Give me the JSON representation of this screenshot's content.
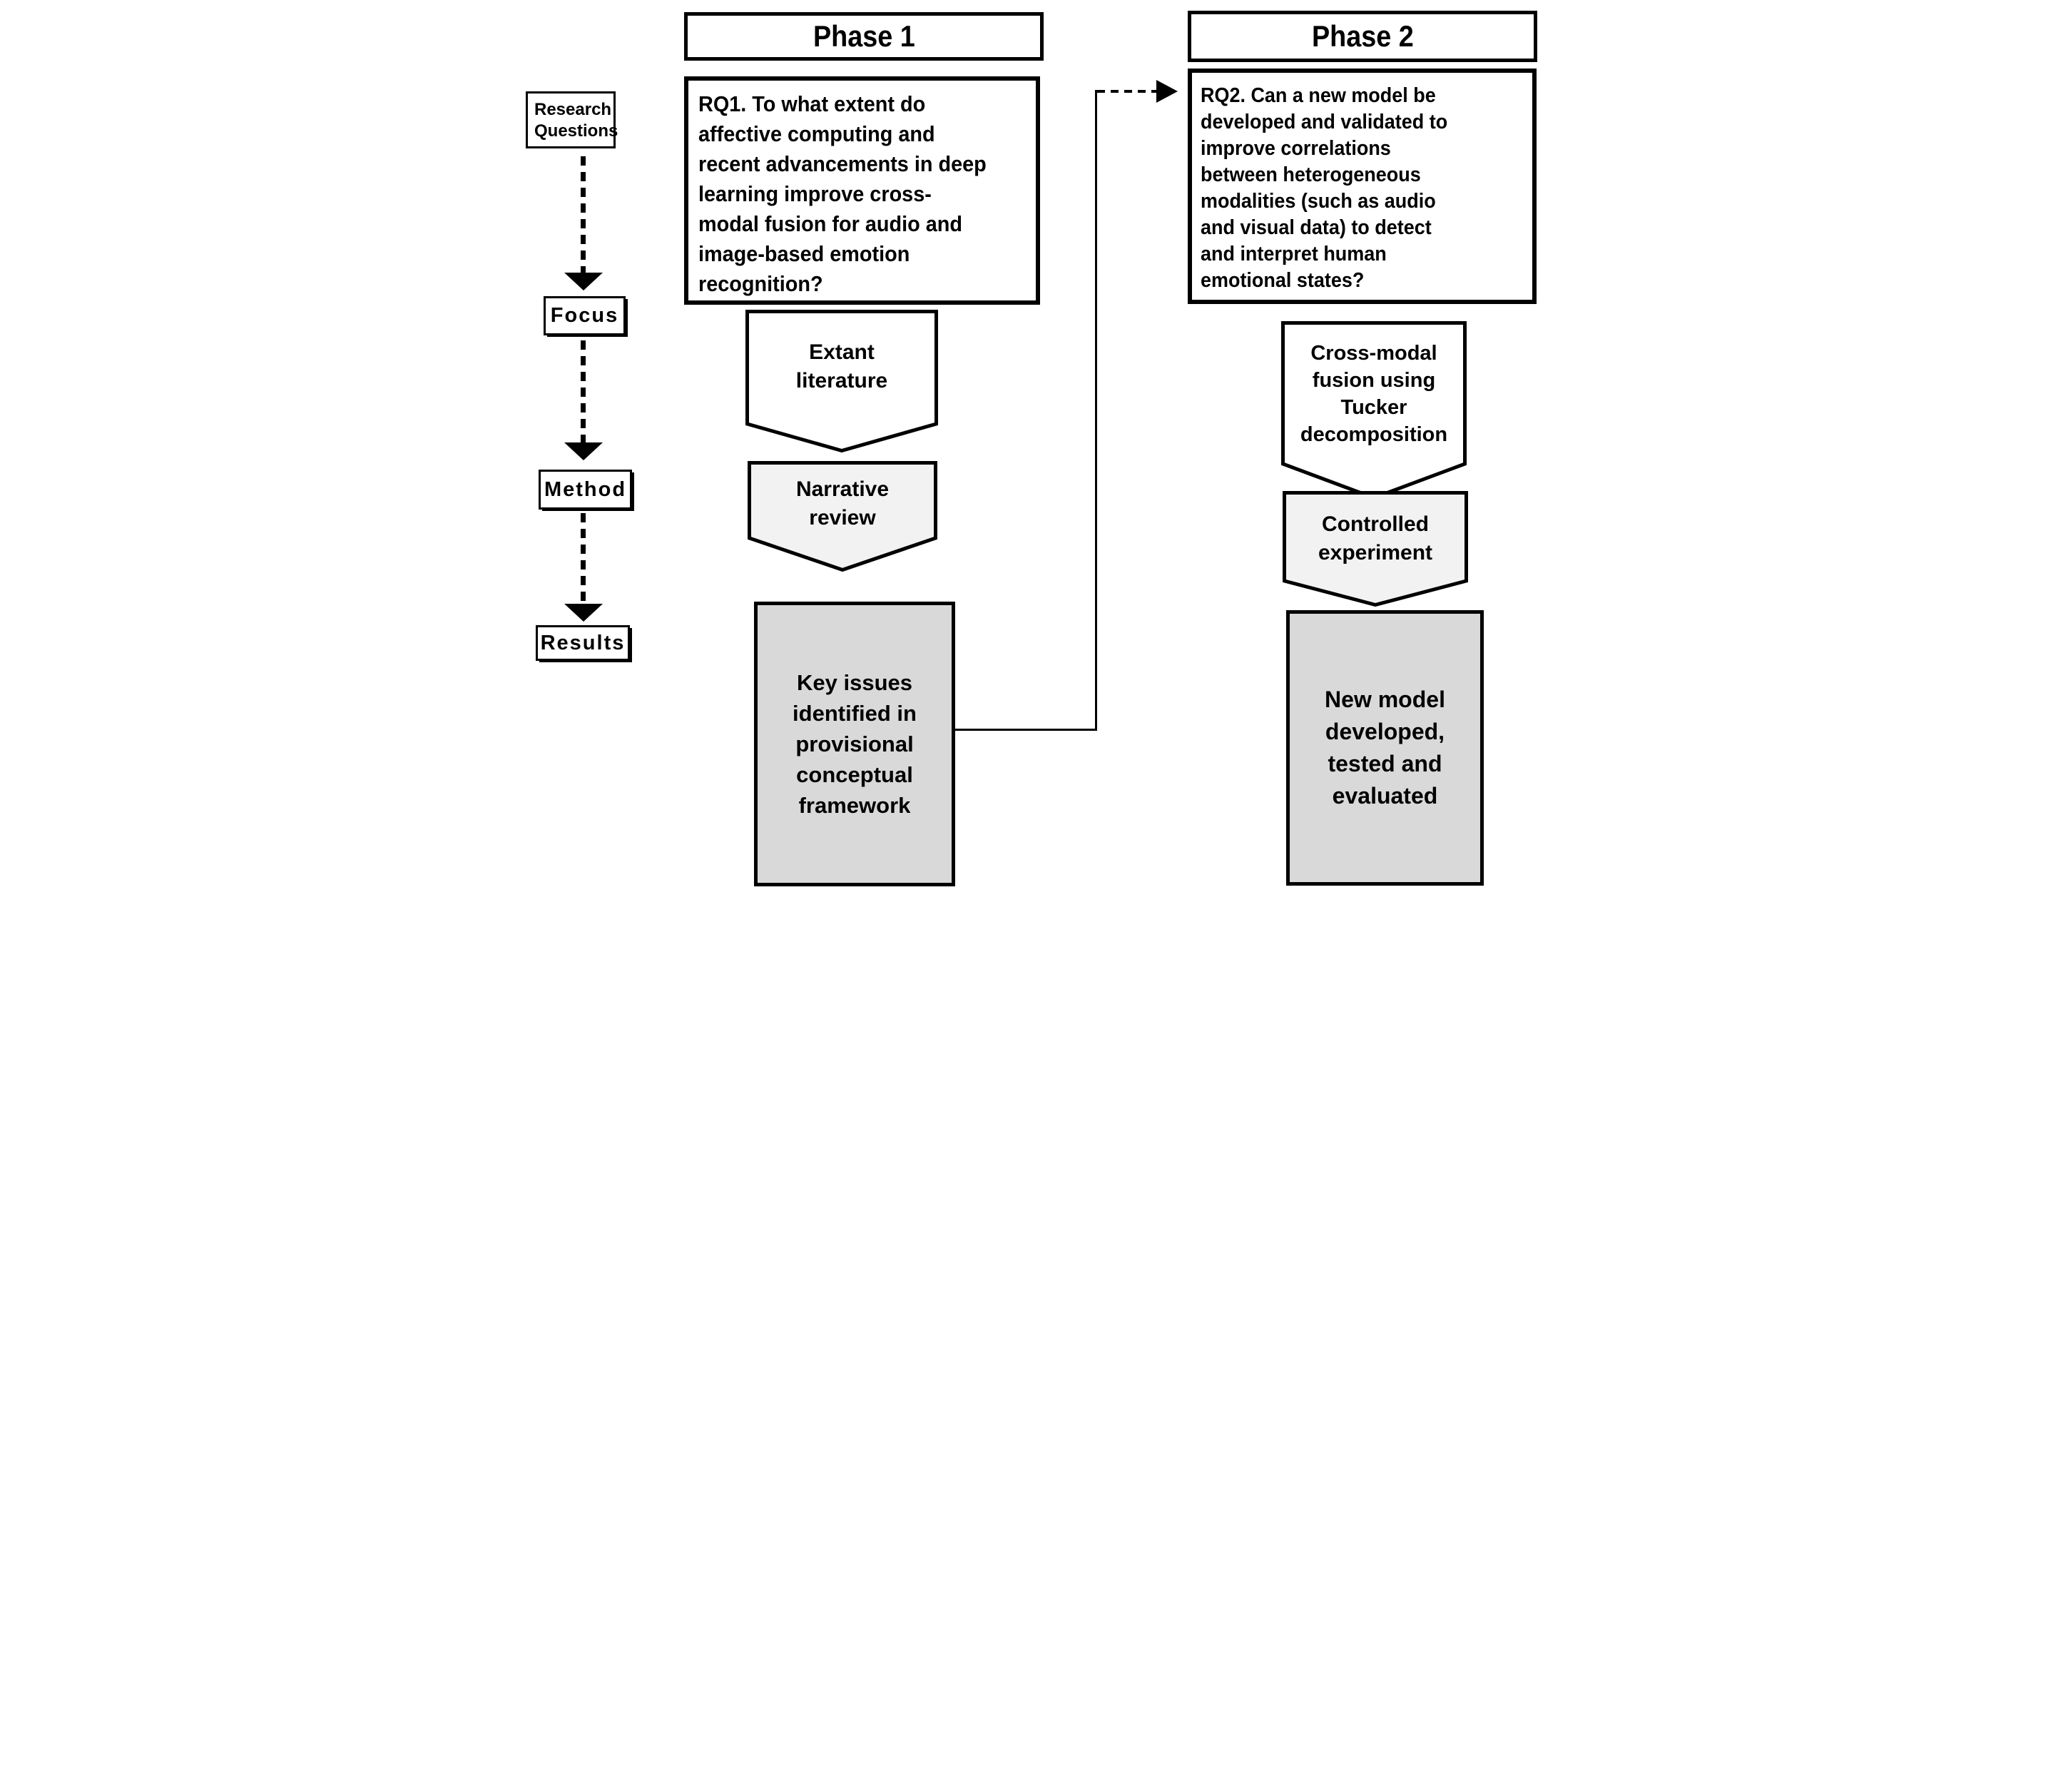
{
  "colors": {
    "line": "#000000",
    "fill_white": "#ffffff",
    "fill_light_gray": "#f2f2f2",
    "fill_gray": "#d9d9d9",
    "background": "#ffffff"
  },
  "left_rail": {
    "research_questions": "Research\nQuestions",
    "focus": "Focus",
    "method": "Method",
    "results": "Results"
  },
  "phase1": {
    "title": "Phase 1",
    "research_question": "RQ1. To what extent do\naffective computing and\nrecent advancements in deep\nlearning improve cross-\nmodal fusion for audio and\nimage-based emotion\nrecognition?",
    "focus": "Extant\nliterature",
    "method": "Narrative\nreview",
    "result": "Key issues\nidentified in\nprovisional\nconceptual\nframework"
  },
  "phase2": {
    "title": "Phase 2",
    "research_question": "RQ2. Can a new model be\ndeveloped and validated to\nimprove correlations\nbetween heterogeneous\nmodalities (such as audio\nand visual data) to detect\nand interpret human\nemotional states?",
    "focus": "Cross-modal\nfusion using\nTucker\ndecomposition",
    "method": "Controlled\nexperiment",
    "result": "New model\ndeveloped,\ntested and\nevaluated"
  }
}
